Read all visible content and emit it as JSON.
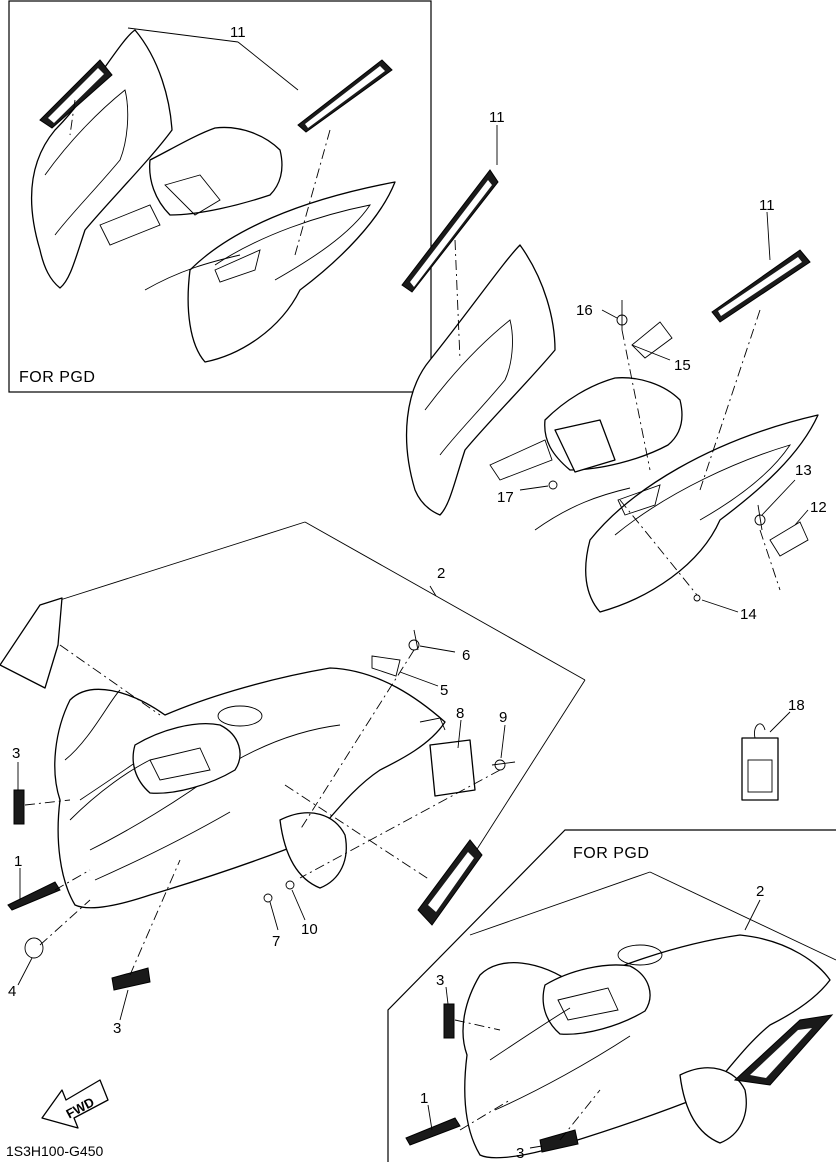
{
  "diagram_code": "1S3H100-G450",
  "inset_top_left": {
    "title": "FOR PGD",
    "callouts": [
      "11"
    ]
  },
  "inset_bottom_right": {
    "title": "FOR PGD",
    "callouts": [
      "2",
      "3",
      "1",
      "3"
    ]
  },
  "rear_fender_callouts": [
    "11",
    "11",
    "16",
    "15",
    "17",
    "13",
    "12",
    "14"
  ],
  "front_fender_callouts": [
    "2",
    "6",
    "5",
    "8",
    "9",
    "3",
    "1",
    "4",
    "3",
    "7",
    "10"
  ],
  "tag_callout": "18",
  "fwd_arrow": "FWD",
  "icons": [
    "fwd-arrow-icon"
  ]
}
